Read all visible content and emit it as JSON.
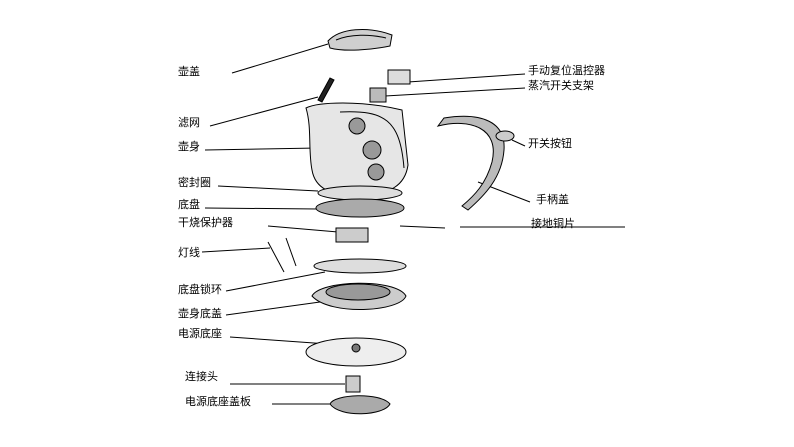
{
  "labels": {
    "lid": "壶盖",
    "filter": "滤网",
    "body": "壶身",
    "seal": "密封圈",
    "base_plate": "底盘",
    "dry_protector": "干烧保护器",
    "lamp_wire": "灯线",
    "base_lock_ring": "底盘锁环",
    "body_bottom_cover": "壶身底盖",
    "power_base": "电源底座",
    "connector": "连接头",
    "power_base_cover": "电源底座盖板",
    "manual_reset_thermostat": "手动复位温控器",
    "steam_switch_bracket": "蒸汽开关支架",
    "switch_button": "开关按钮",
    "handle_cover": "手柄盖",
    "ground_copper": "接地铜片"
  }
}
